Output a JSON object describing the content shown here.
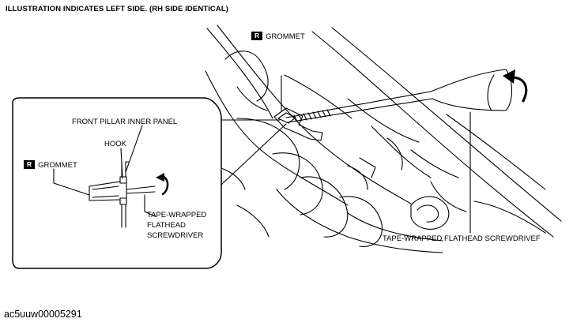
{
  "header": "ILLUSTRATION INDICATES LEFT SIDE. (RH SIDE IDENTICAL)",
  "labels": {
    "badge": "R",
    "grommet": "GROMMET",
    "front_pillar_inner_panel": "FRONT PILLAR INNER PANEL",
    "hook": "HOOK",
    "tool_line1": "TAPE-WRAPPED",
    "tool_line2": "FLATHEAD",
    "tool_line3": "SCREWDRIVER",
    "tool_main": "TAPE-WRAPPED FLATHEAD SCREWDRIVEF"
  },
  "caption": "ac5uuw00005291"
}
